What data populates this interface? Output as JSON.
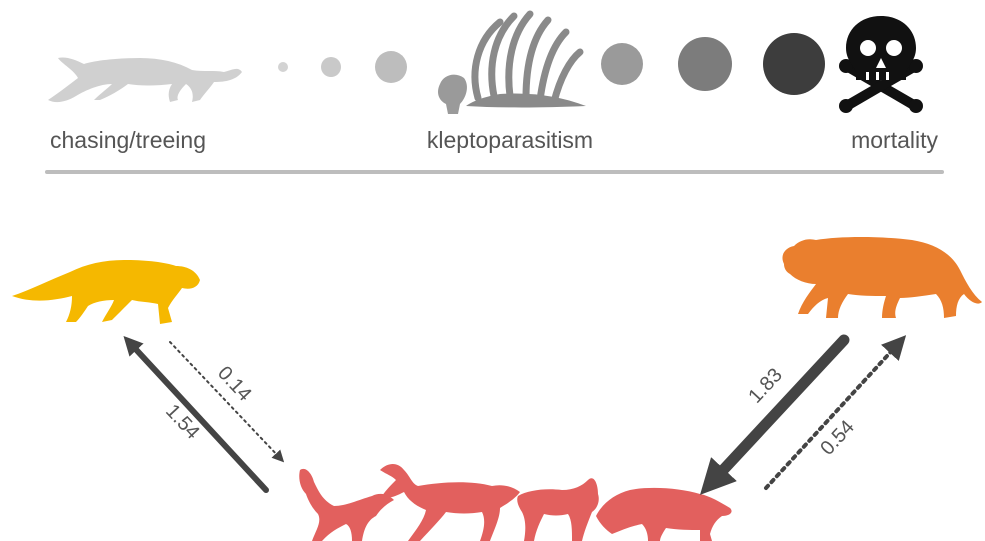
{
  "scale": {
    "labels": {
      "left": "chasing/treeing",
      "center": "kleptoparasitism",
      "right": "mortality"
    },
    "icons": [
      "puma-silhouette-icon",
      "carcass-icon",
      "skull-crossbones-icon"
    ],
    "steps": [
      {
        "color": "#d3d3d3"
      },
      {
        "color": "#c9c9c9"
      },
      {
        "color": "#bdbdbd"
      },
      {
        "color": "#9a9a9a"
      },
      {
        "color": "#7c7c7c"
      },
      {
        "color": "#3d3d3d"
      }
    ]
  },
  "interactions": {
    "left_predator": {
      "color": "#f5b800",
      "icon": "leopard-icon"
    },
    "right_predator": {
      "color": "#ea7f2e",
      "icon": "tiger-icon"
    },
    "canids": {
      "color": "#e2605e",
      "icon": "wild-dog-pack-icon"
    },
    "links": [
      {
        "from": "canids",
        "to": "left_predator",
        "value": "1.54",
        "style": "solid"
      },
      {
        "from": "left_predator",
        "to": "canids",
        "value": "0.14",
        "style": "dotted"
      },
      {
        "from": "right_predator",
        "to": "canids",
        "value": "1.83",
        "style": "solid"
      },
      {
        "from": "canids",
        "to": "right_predator",
        "value": "0.54",
        "style": "dotted"
      }
    ]
  },
  "colors": {
    "text": "#555555",
    "divider": "#bdbdbd",
    "arrow": "#444444"
  }
}
